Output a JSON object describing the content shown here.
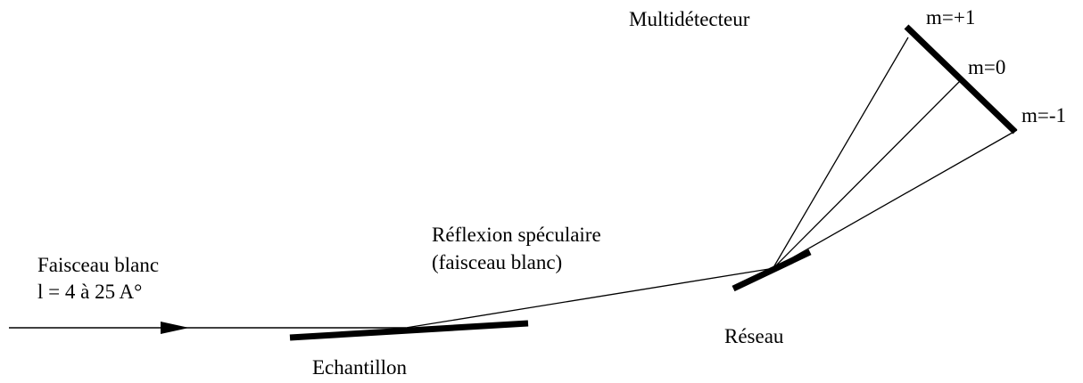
{
  "labels": {
    "incident_beam_line1": "Faisceau blanc",
    "incident_beam_line2": "l = 4 à 25 A°",
    "sample": "Echantillon",
    "specular_line1": "Réflexion spéculaire",
    "specular_line2": "(faisceau blanc)",
    "grating": "Réseau",
    "detector": "Multidétecteur",
    "order_plus1": "m=+1",
    "order_zero": "m=0",
    "order_minus1": "m=-1"
  },
  "colors": {
    "ink": "#000000",
    "background": "#ffffff"
  }
}
